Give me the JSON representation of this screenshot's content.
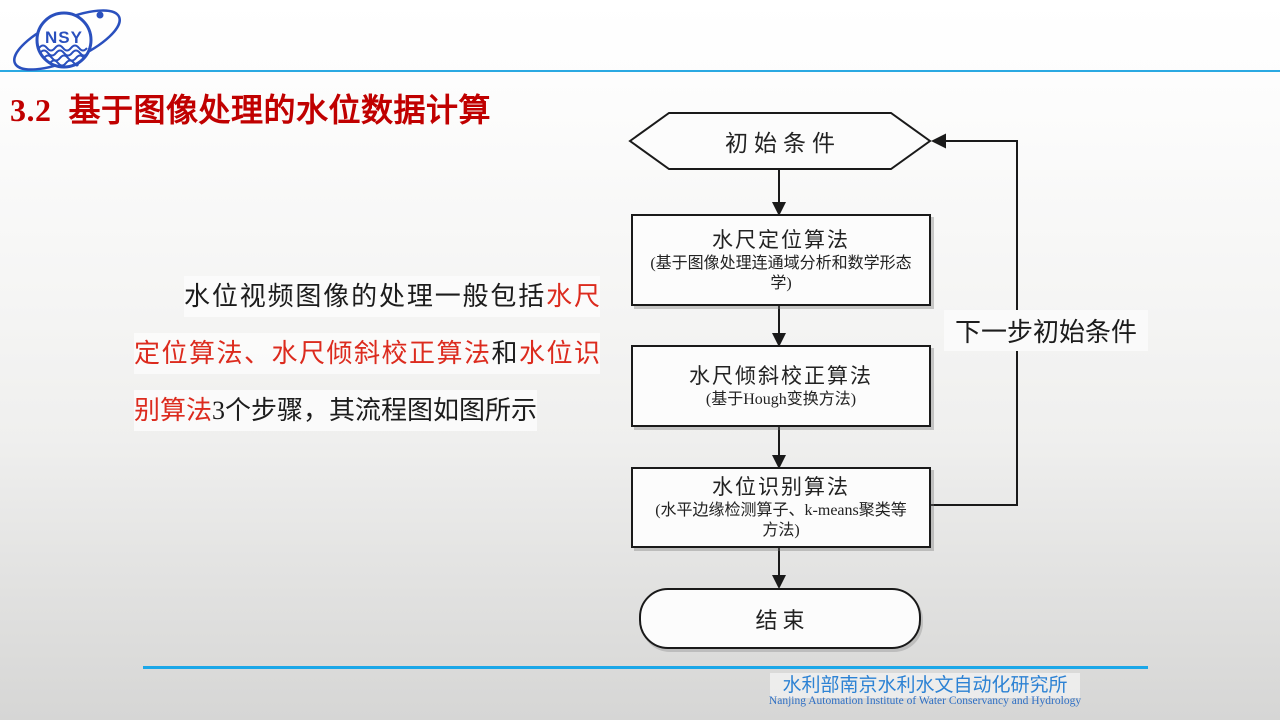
{
  "header": {
    "title": "3.2  基于图像处理的水位数据计算"
  },
  "logo": {
    "text": "NSY"
  },
  "paragraph": {
    "segments": [
      {
        "text": "水位视频图像的处理一般包括",
        "color": "black"
      },
      {
        "text": "水尺定位算法、水尺倾斜校正算法",
        "color": "red"
      },
      {
        "text": "和",
        "color": "black"
      },
      {
        "text": "水位识别算法",
        "color": "red"
      },
      {
        "text": "3个步骤，其流程图如图所示",
        "color": "black"
      }
    ]
  },
  "flowchart": {
    "start_label": "初始条件",
    "boxes": [
      {
        "title": "水尺定位算法",
        "sub1": "(基于图像处理连通域分析和数学形态",
        "sub2": "学)"
      },
      {
        "title": "水尺倾斜校正算法",
        "sub1": "(基于Hough变换方法)"
      },
      {
        "title": "水位识别算法",
        "sub1": "(水平边缘检测算子、k-means聚类等",
        "sub2": "方法)"
      }
    ],
    "end_label": "结束",
    "loop_label": "下一步初始条件"
  },
  "footer": {
    "org_cn": "水利部南京水利水文自动化研究所",
    "org_en": "Nanjing Automation Institute of Water Conservancy and Hydrology"
  },
  "colors": {
    "title_red": "#C00000",
    "body_red": "#DC2B1E",
    "flow_stroke": "#1A1A1A",
    "header_line": "#2BA9E2",
    "footer_line": "#1BA7E8",
    "footer_text": "#2C82D4",
    "logo_blue": "#2A50BE"
  }
}
